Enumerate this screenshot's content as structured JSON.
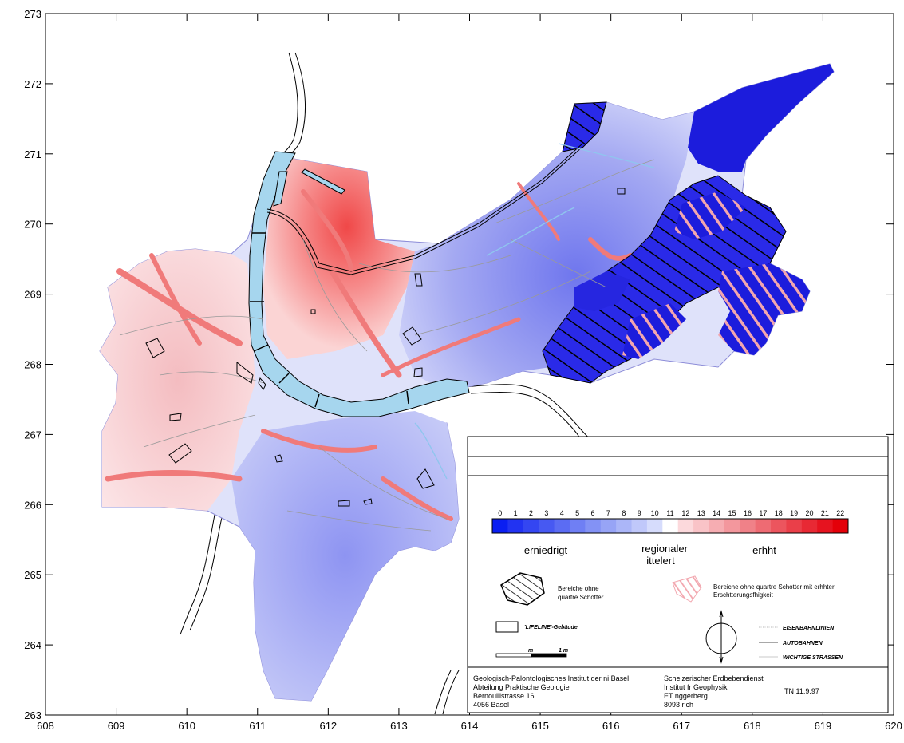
{
  "map": {
    "x_axis": {
      "min": 608,
      "max": 620,
      "ticks": [
        "608",
        "609",
        "610",
        "611",
        "612",
        "613",
        "614",
        "615",
        "616",
        "617",
        "618",
        "619",
        "620"
      ]
    },
    "y_axis": {
      "min": 263,
      "max": 273,
      "ticks": [
        "263",
        "264",
        "265",
        "266",
        "267",
        "268",
        "269",
        "270",
        "271",
        "272",
        "273"
      ]
    },
    "colors": {
      "river": "#a6d6ee",
      "decreased": "#2c3cf0",
      "neutral": "#ffffff",
      "increased": "#f02424",
      "hatch_pink": "#f2a6ae",
      "dark_blue": "#1f1fe0"
    }
  },
  "legend": {
    "scale_labels": [
      "0",
      "1",
      "2",
      "3",
      "4",
      "5",
      "6",
      "7",
      "8",
      "9",
      "10",
      "11",
      "12",
      "13",
      "14",
      "15",
      "16",
      "17",
      "18",
      "19",
      "20",
      "21",
      "22"
    ],
    "scale_colors": [
      "#0a1ef2",
      "#2233f2",
      "#3446f2",
      "#4759f2",
      "#5b6cf3",
      "#6f7ff4",
      "#8392f5",
      "#97a4f6",
      "#abb6f8",
      "#c0c8fa",
      "#d6dcfc",
      "#ffffff",
      "#fcd9dc",
      "#f9c3c7",
      "#f6adb2",
      "#f3979d",
      "#f08188",
      "#ee6b73",
      "#ec555e",
      "#ea3f49",
      "#e82934",
      "#e6131f",
      "#e40009"
    ],
    "label_decreased": "erniedrigt",
    "label_regional_1": "regionaler",
    "label_regional_2": "ittelert",
    "label_increased": "erhht",
    "no_gravel_1": "Bereiche ohne",
    "no_gravel_2": "quartre Schotter",
    "no_gravel_amp_1": "Bereiche ohne quartre Schotter mit erhhter",
    "no_gravel_amp_2": "Erschtterungsfhigkeit",
    "lifeline": "'LIFELINE'-Gebäude",
    "railways": "EISENBAHNLINIEN",
    "motorways": "AUTOBAHNEN",
    "roads": "WICHTIGE STRASSEN",
    "scale_unit_left": "m",
    "scale_unit_right": "1 m",
    "credit_left": [
      "Geologisch-Palontologisches Institut der ni Basel",
      "Abteilung Praktische Geologie",
      "Bernoullistrasse 16",
      "4056 Basel"
    ],
    "credit_right": [
      "Scheizerischer Erdbebendienst",
      "Institut fr Geophysik",
      "ET nggerberg",
      "8093 rich"
    ],
    "date": "TN 11.9.97"
  }
}
